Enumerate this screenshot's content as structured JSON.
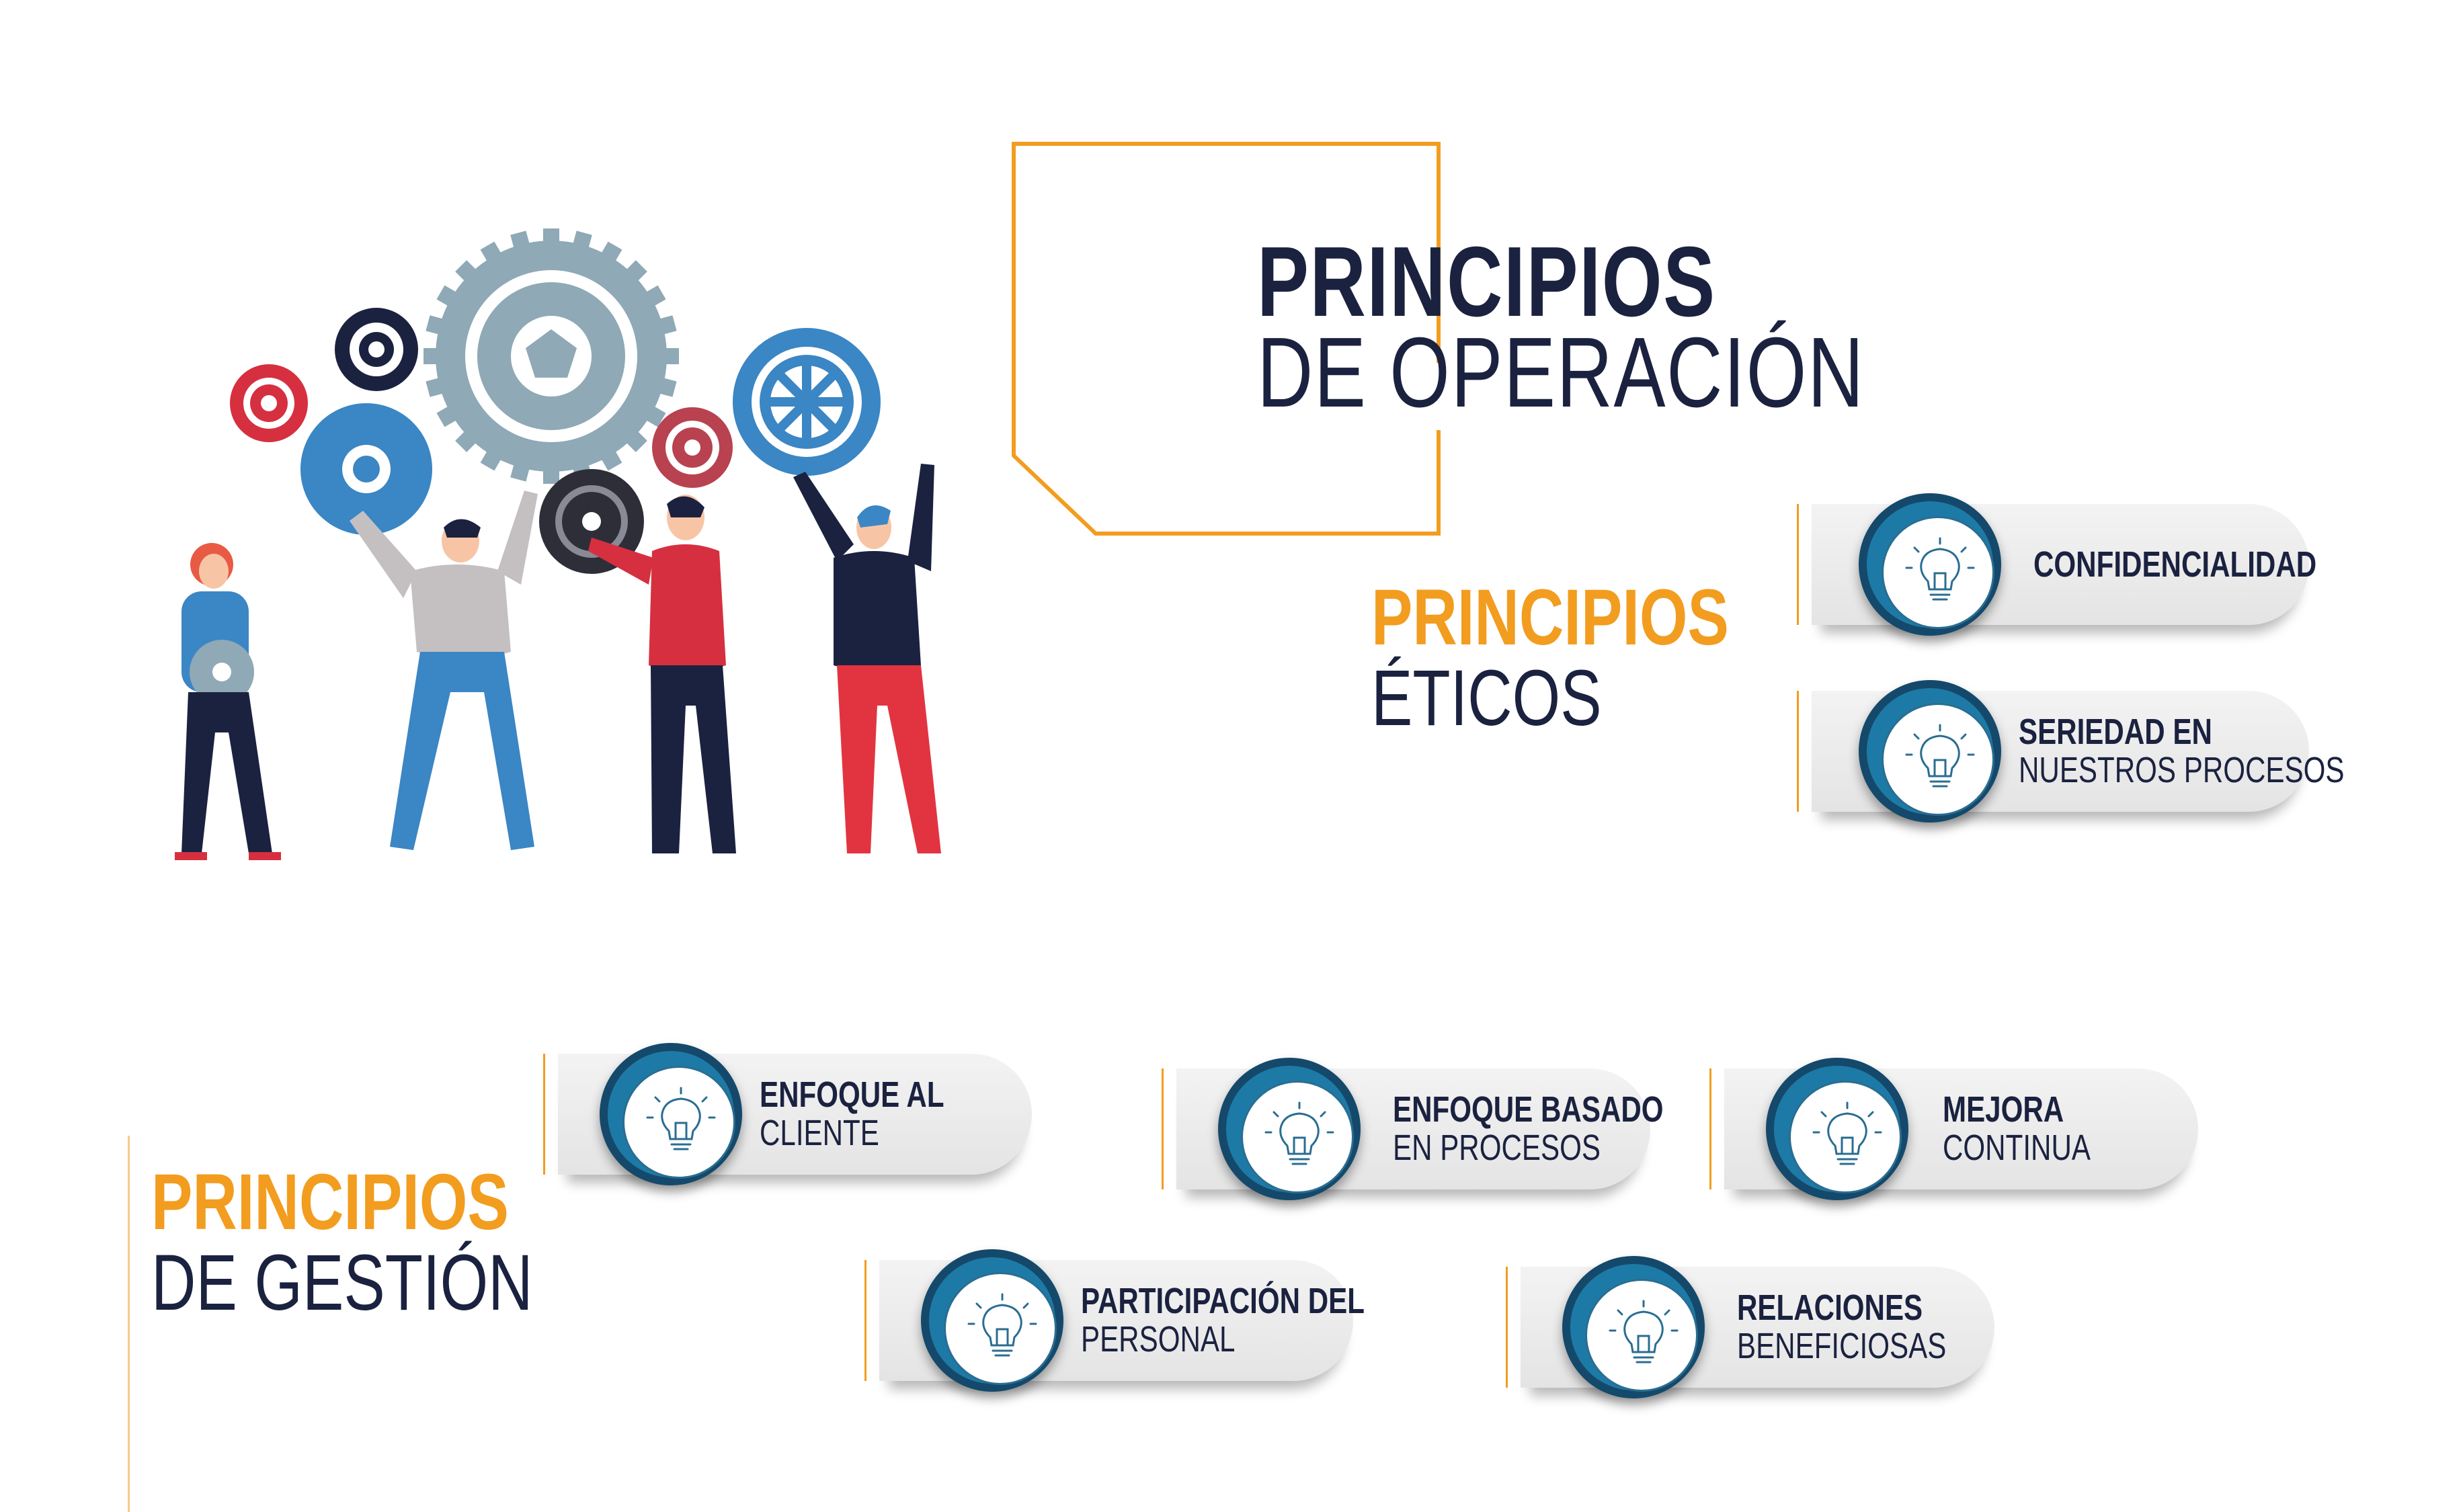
{
  "title": {
    "line1": "PRINCIPIOS",
    "line2": "DE OPERACIÓN"
  },
  "eticos": {
    "accent": "PRINCIPIOS",
    "main": "ÉTICOS",
    "items": [
      {
        "bold": "CONFIDENCIALIDAD",
        "light": ""
      },
      {
        "bold": "SERIEDAD EN",
        "light": "NUESTROS PROCESOS"
      }
    ]
  },
  "gestion": {
    "accent": "PRINCIPIOS",
    "main": "DE GESTIÓN",
    "items": [
      {
        "bold": "ENFOQUE AL",
        "light": "CLIENTE"
      },
      {
        "bold": "ENFOQUE BASADO",
        "light": "EN PROCESOS"
      },
      {
        "bold": "MEJORA",
        "light": "CONTINUA"
      },
      {
        "bold": "PARTICIPACIÓN DEL",
        "light": "PERSONAL"
      },
      {
        "bold": "RELACIONES",
        "light": "BENEFICIOSAS"
      }
    ]
  },
  "colors": {
    "accent": "#f29d1f",
    "navy": "#1b2240",
    "ring_dark": "#14496b",
    "ring_light": "#1d7aa6"
  },
  "icons": {
    "pill_icon": "lightbulb-icon",
    "illustration": "people-with-gears-illustration"
  }
}
